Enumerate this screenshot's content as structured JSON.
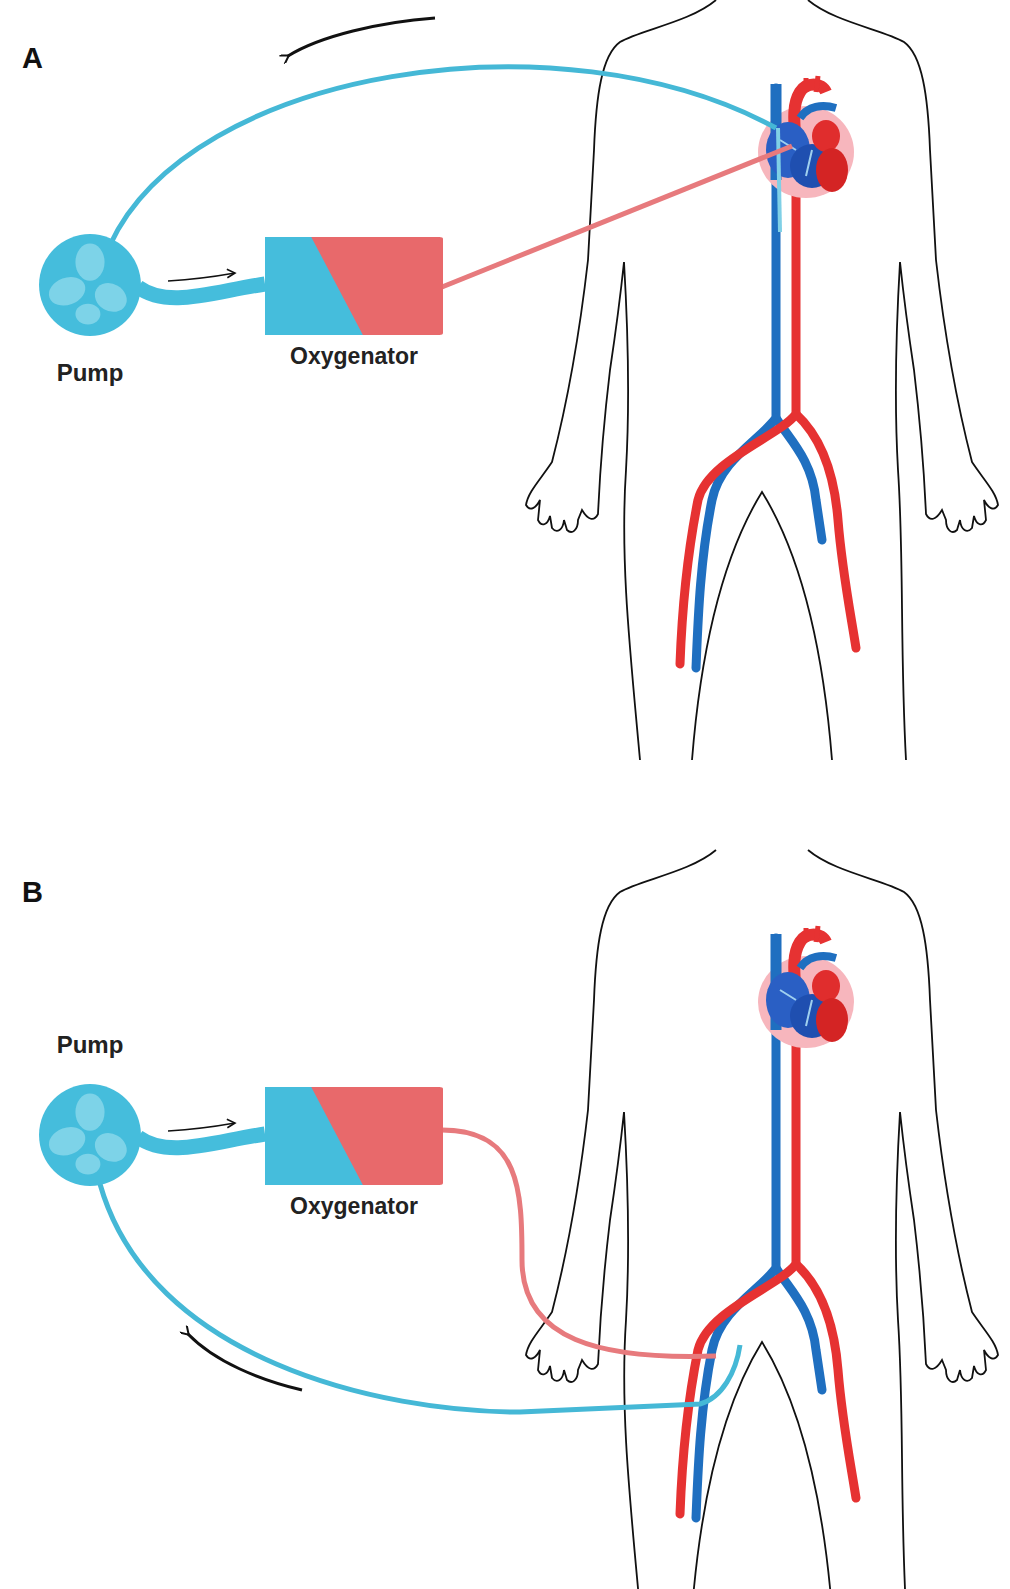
{
  "diagram": {
    "nodes": [
      {
        "text": [
          "Pump"
        ]
      },
      {
        "text": [
          "Oxygenator"
        ]
      },
      {
        "text": [
          "Pump"
        ]
      },
      {
        "text": [
          "Oxygenator"
        ]
      }
    ],
    "edges": [
      {
        "from": 0,
        "to": 1,
        "arrow": "to"
      },
      {
        "from": 2,
        "to": 3,
        "arrow": "to"
      }
    ],
    "labels": [
      "A",
      "B"
    ]
  }
}
